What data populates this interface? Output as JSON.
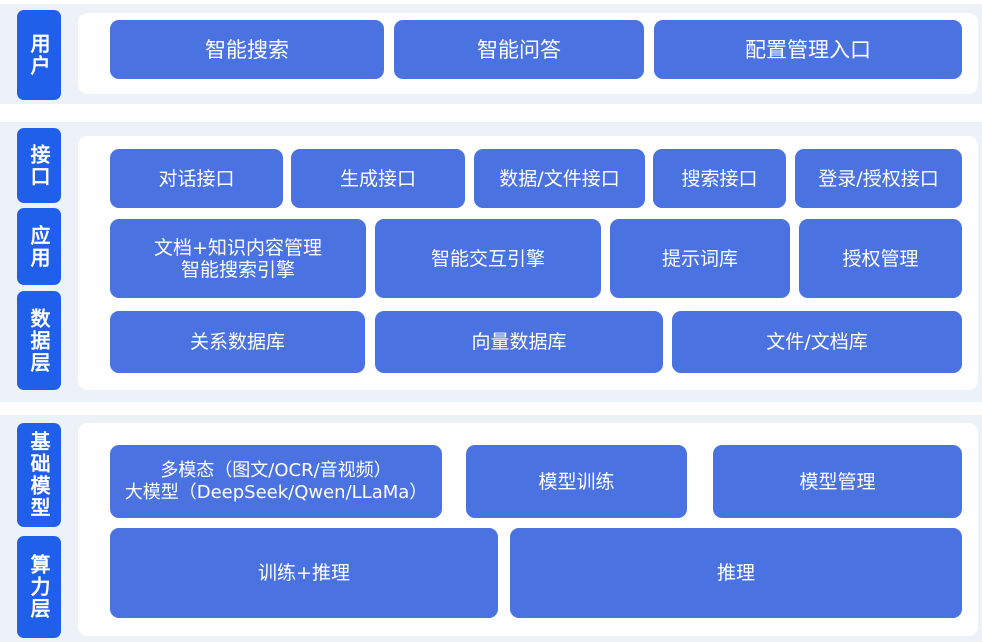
{
  "colors": {
    "tag": "#1f5fe9",
    "box": "#4a72e1",
    "band": "#edf2f9",
    "panel": "#ffffff"
  },
  "layers": {
    "user": {
      "label": "用户",
      "items": [
        "智能搜索",
        "智能问答",
        "配置管理入口"
      ]
    },
    "interface": {
      "label": "接口",
      "items": [
        "对话接口",
        "生成接口",
        "数据/文件接口",
        "搜索接口",
        "登录/授权接口"
      ]
    },
    "application": {
      "label": "应用",
      "items": [
        "文档+知识内容管理\n智能搜索引擎",
        "智能交互引擎",
        "提示词库",
        "授权管理"
      ]
    },
    "data": {
      "label": "数据层",
      "items": [
        "关系数据库",
        "向量数据库",
        "文件/文档库"
      ]
    },
    "model": {
      "label": "基础模型",
      "items": [
        "多模态（图文/OCR/音视频）\n大模型（DeepSeek/Qwen/LLaMa）",
        "模型训练",
        "模型管理"
      ]
    },
    "compute": {
      "label": "算力层",
      "items": [
        "训练+推理",
        "推理"
      ]
    }
  }
}
